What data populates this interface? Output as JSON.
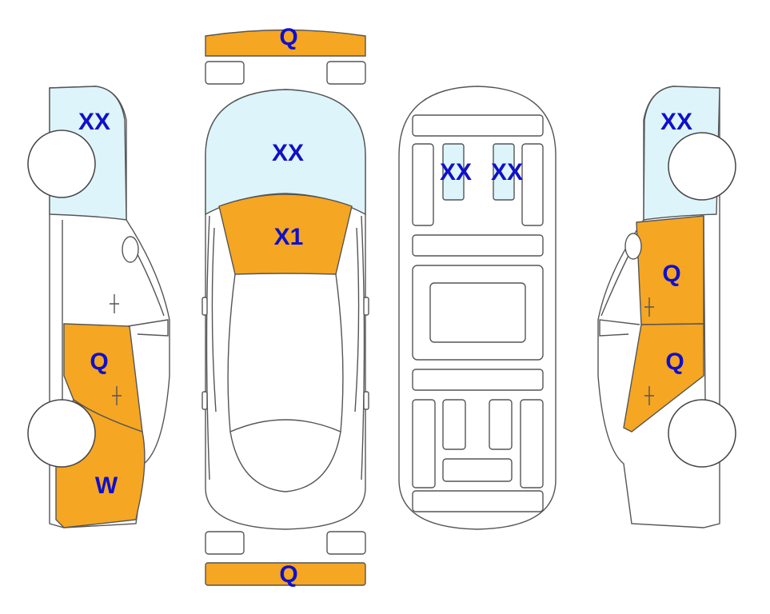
{
  "colors": {
    "damage_fill": "#F5A623",
    "glass_fill": "#DDF4FB",
    "label_color": "#1010C8",
    "outline": "#555555"
  },
  "labels": {
    "front_bumper": "Q",
    "rear_bumper": "Q",
    "windshield": "XX",
    "hood": "X1",
    "roof_glass_left": "XX",
    "roof_glass_right": "XX",
    "left_window": "XX",
    "left_rear_door": "Q",
    "left_rear_quarter": "W",
    "right_window": "XX",
    "right_front_door": "Q",
    "right_rear_door": "Q"
  }
}
